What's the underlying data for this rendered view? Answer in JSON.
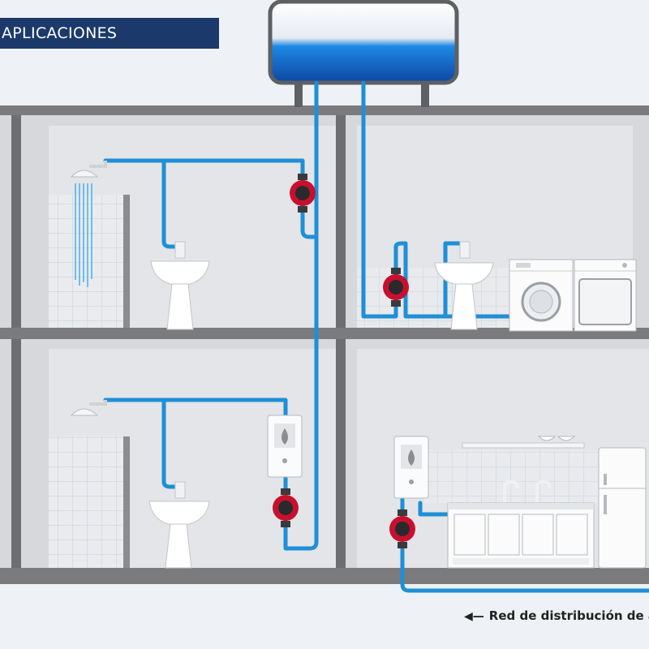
{
  "header": {
    "title": "APLICACIONES"
  },
  "footer": {
    "network_arrow": "◀—",
    "network_label": "Red de distribución de a"
  },
  "colors": {
    "banner": "#1b3a6b",
    "pipe": "#1f8fd6",
    "pump": "#c8102e",
    "wall": "#6e6e70",
    "room": "#d6d8dc",
    "tank_water": "#1565c0"
  },
  "components": {
    "tank": "water-tank",
    "pumps": [
      "pump-upper-bathroom",
      "pump-upper-laundry",
      "pump-lower-bathroom",
      "pump-lower-kitchen"
    ],
    "heaters": [
      "heater-lower-bathroom",
      "heater-lower-kitchen"
    ],
    "appliances": [
      "washing-machine",
      "dryer",
      "refrigerator"
    ]
  }
}
